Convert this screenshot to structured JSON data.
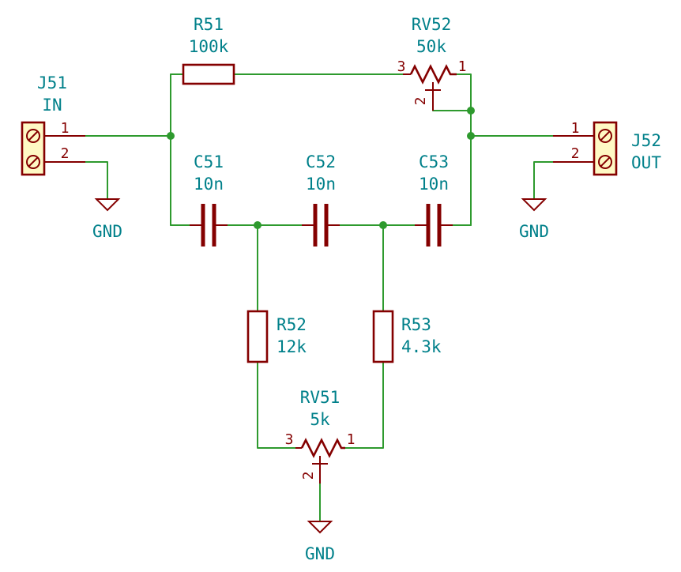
{
  "diagram": {
    "components": {
      "J51": {
        "ref": "J51",
        "value": "IN",
        "pin1": "1",
        "pin2": "2"
      },
      "J52": {
        "ref": "J52",
        "value": "OUT",
        "pin1": "1",
        "pin2": "2"
      },
      "R51": {
        "ref": "R51",
        "value": "100k"
      },
      "RV52": {
        "ref": "RV52",
        "value": "50k",
        "pin1": "1",
        "pin2": "2",
        "pin3": "3"
      },
      "C51": {
        "ref": "C51",
        "value": "10n"
      },
      "C52": {
        "ref": "C52",
        "value": "10n"
      },
      "C53": {
        "ref": "C53",
        "value": "10n"
      },
      "R52": {
        "ref": "R52",
        "value": "12k"
      },
      "R53": {
        "ref": "R53",
        "value": "4.3k"
      },
      "RV51": {
        "ref": "RV51",
        "value": "5k",
        "pin1": "1",
        "pin2": "2",
        "pin3": "3"
      }
    },
    "gnd_labels": [
      "GND",
      "GND",
      "GND"
    ],
    "colors": {
      "wire": "#2e9a2e",
      "component": "#840000",
      "reference_text": "#00808a",
      "connector_fill": "#fff9c4"
    }
  }
}
